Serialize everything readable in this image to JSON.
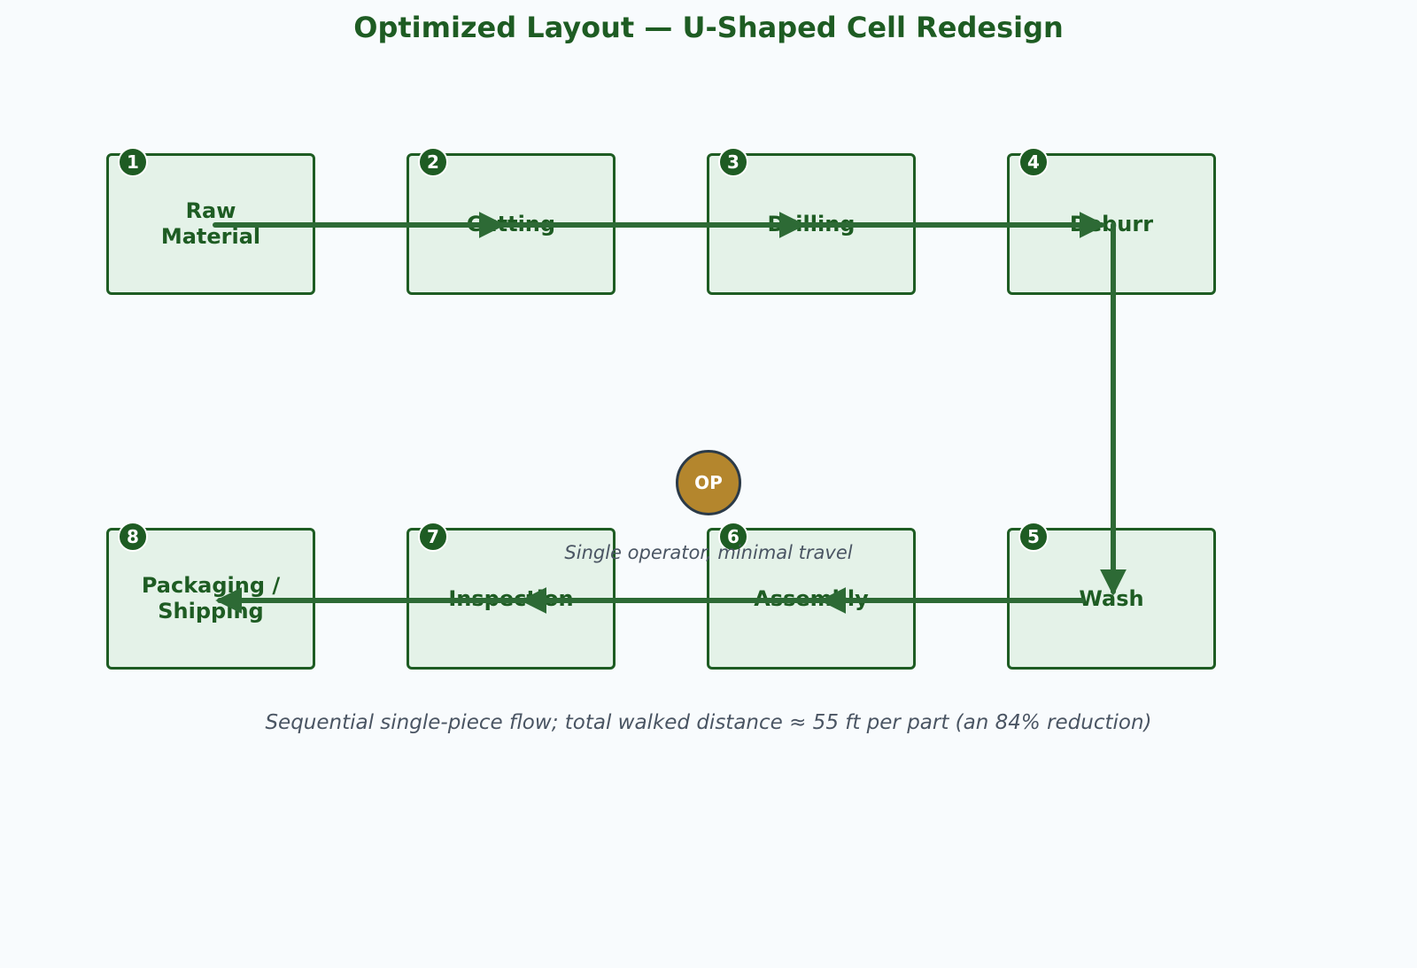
{
  "title": "Optimized Layout — U-Shaped Cell Redesign",
  "stations": [
    {
      "number": "1",
      "label": "Raw\nMaterial"
    },
    {
      "number": "2",
      "label": "Cutting"
    },
    {
      "number": "3",
      "label": "Drilling"
    },
    {
      "number": "4",
      "label": "Deburr"
    },
    {
      "number": "5",
      "label": "Wash"
    },
    {
      "number": "6",
      "label": "Assembly"
    },
    {
      "number": "7",
      "label": "Inspection"
    },
    {
      "number": "8",
      "label": "Packaging /\nShipping"
    }
  ],
  "operator": {
    "label": "OP",
    "note": "Single operator, minimal travel"
  },
  "caption": "Sequential single-piece flow; total walked distance ≈ 55 ft per part (an 84% reduction)",
  "colors": {
    "primary": "#1e5c23",
    "station_fill": "#e4f2e8",
    "arrow": "#2d6a35",
    "operator_fill": "#b4862d",
    "operator_border": "#2b3a48",
    "note_text": "#4a5563",
    "background": "#f8fbfd"
  }
}
